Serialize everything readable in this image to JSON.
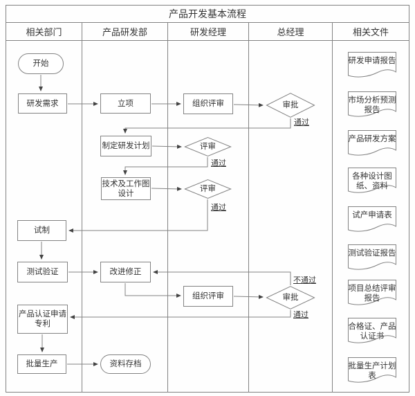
{
  "title": "产品开发基本流程",
  "lanes": [
    "相关部门",
    "产品研发部",
    "研发经理",
    "总经理",
    "相关文件"
  ],
  "nodes": {
    "start": "开始",
    "demand": "研发需求",
    "initiate": "立项",
    "org_review1": "组织评审",
    "approve1": "审批",
    "plan": "制定研发计划",
    "review1": "评审",
    "design": "技术及工作图\n设计",
    "review2": "评审",
    "trial": "试制",
    "test": "测试验证",
    "improve": "改进修正",
    "org_review2": "组织评审",
    "approve2": "审批",
    "cert": "产品认证申请\n专利",
    "mass": "批量生产",
    "archive": "资料存档"
  },
  "edge_labels": {
    "pass1": "通过",
    "pass2": "通过",
    "pass3": "通过",
    "fail": "不通过",
    "pass4": "通过"
  },
  "documents": [
    "研发申请报告",
    "市场分析预测\n报告",
    "产品研发方案",
    "各种设计图\n纸、资料",
    "试产申请表",
    "测试验证报告",
    "项目总结评审\n报告",
    "合格证、产品\n认证书",
    "批量生产计划\n表"
  ],
  "colors": {
    "line": "#828282",
    "arrow": "#444444",
    "text": "#333333"
  }
}
